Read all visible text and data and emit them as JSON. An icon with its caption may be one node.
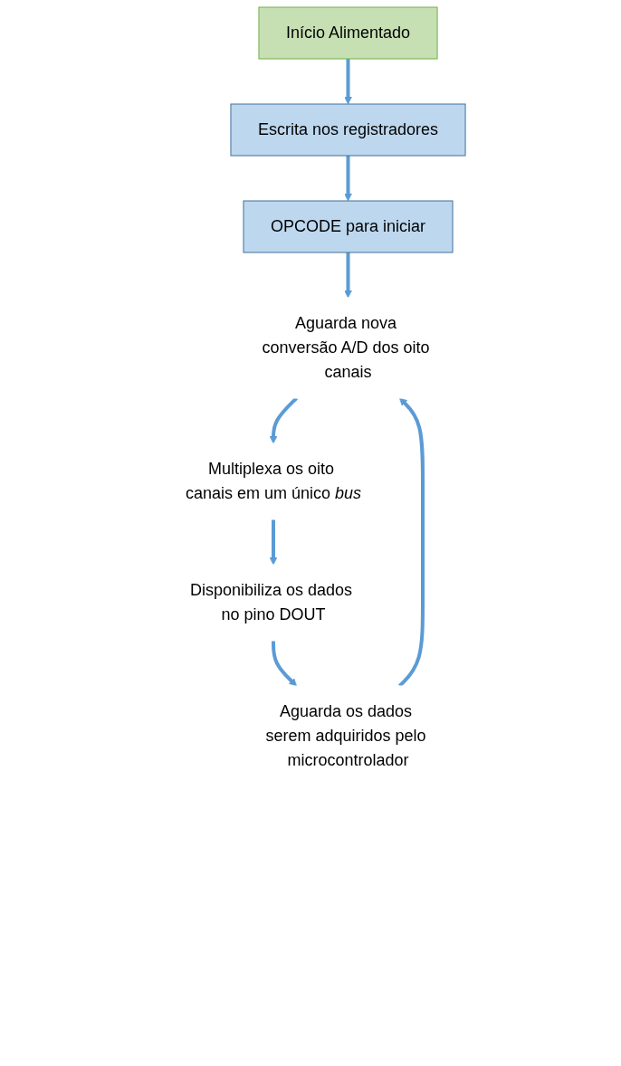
{
  "diagram": {
    "nodes": [
      {
        "text": [
          "Início Alimentado"
        ]
      },
      {
        "text": [
          "Escrita nos registradores"
        ]
      },
      {
        "text": [
          "OPCODE para iniciar"
        ]
      },
      {
        "text": [
          "Aguarda nova conversão A/D dos oito canais"
        ]
      },
      {
        "text": [
          "Multiplexa os oito canais em um único *bus*"
        ]
      },
      {
        "text": [
          "Disponibiliza os dados no pino DOUT"
        ]
      },
      {
        "text": [
          "Aguarda os dados serem adquiridos pelo microcontrolador"
        ]
      }
    ],
    "edges": [
      {
        "from": 0,
        "to": 1,
        "arrow": "to"
      },
      {
        "from": 1,
        "to": 2,
        "arrow": "to"
      },
      {
        "from": 2,
        "to": 3,
        "arrow": "to"
      },
      {
        "from": 3,
        "to": 4,
        "arrow": "to"
      },
      {
        "from": 4,
        "to": 5,
        "arrow": "to"
      },
      {
        "from": 5,
        "to": 6,
        "arrow": "to"
      },
      {
        "from": 6,
        "to": 3,
        "arrow": "to"
      }
    ]
  }
}
